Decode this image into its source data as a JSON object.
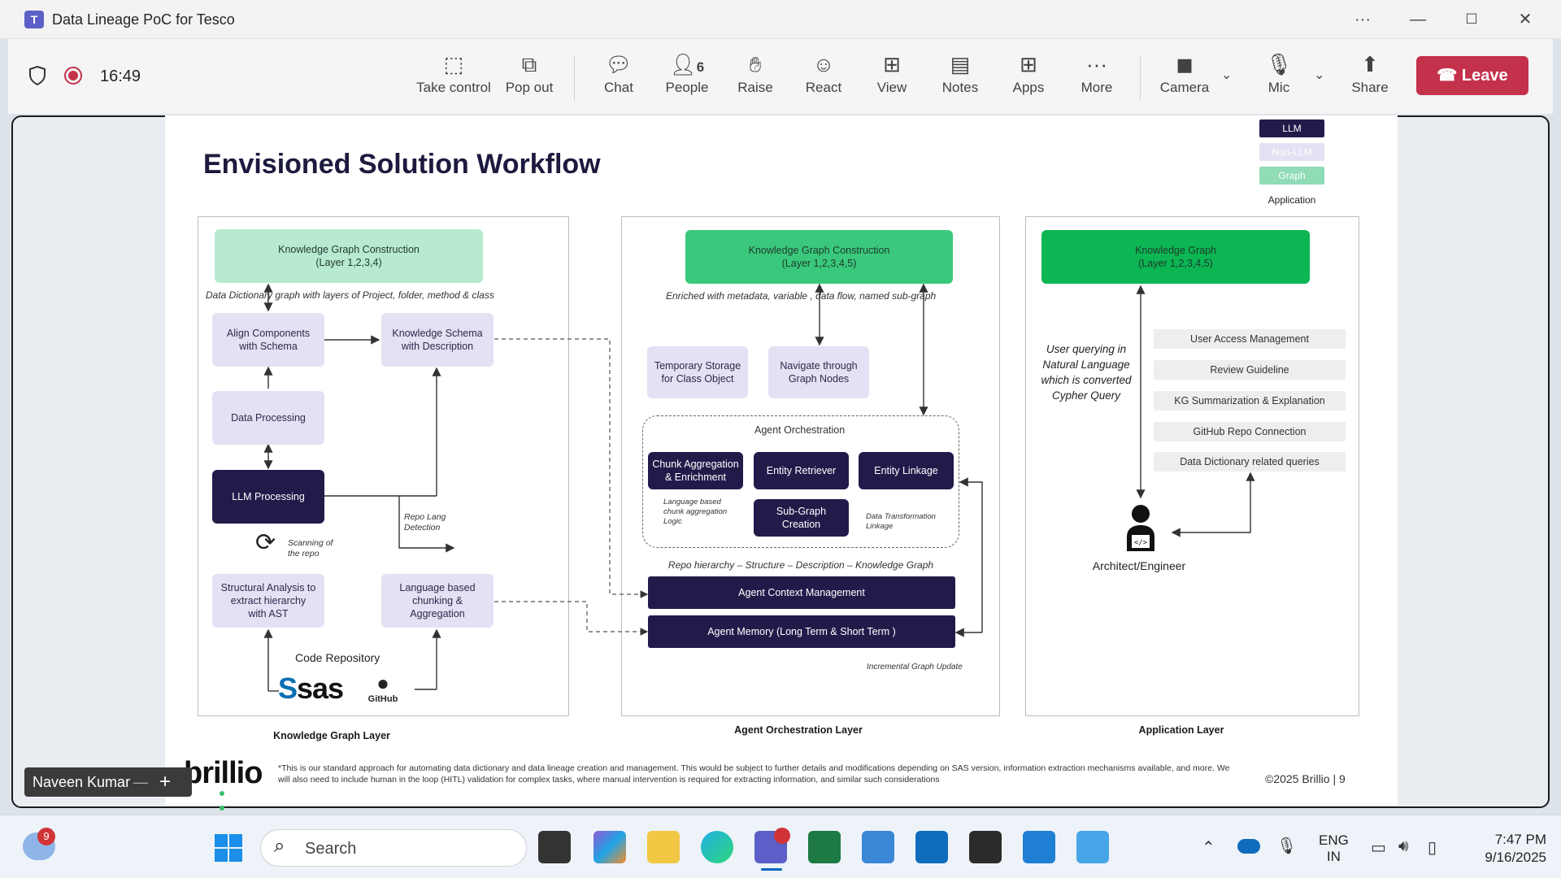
{
  "window": {
    "title": "Data Lineage PoC for Tesco",
    "more_label": "···",
    "min_label": "—",
    "max_label": "☐",
    "close_label": "✕"
  },
  "meeting": {
    "time": "16:49"
  },
  "toolbar": {
    "take_control": "Take control",
    "pop_out": "Pop out",
    "chat": "Chat",
    "people": "People",
    "people_count": "6",
    "raise": "Raise",
    "react": "React",
    "view": "View",
    "notes": "Notes",
    "apps": "Apps",
    "more": "More",
    "camera": "Camera",
    "mic": "Mic",
    "share": "Share",
    "leave": "Leave"
  },
  "slide": {
    "title": "Envisioned Solution Workflow",
    "legend": {
      "llm": "LLM",
      "non_llm": "Non-LLM",
      "graph": "Graph",
      "application": "Application"
    },
    "kg_layer": {
      "kgc": "Knowledge Graph Construction\n(Layer 1,2,3,4)",
      "dd_caption": "Data Dictionary  graph with  layers of Project, folder, method & class",
      "align": "Align Components\nwith Schema",
      "schema": "Knowledge Schema\nwith Description",
      "data_proc": "Data Processing",
      "llm_proc": "LLM Processing",
      "repo_lang": "Repo Lang\nDetection",
      "scanning": "Scanning of\nthe repo",
      "structural": "Structural Analysis to\nextract hierarchy\nwith AST",
      "chunking": "Language based\nchunking &\nAggregation",
      "code_repo": "Code Repository",
      "sas_logo": "sas",
      "github_logo": "GitHub",
      "caption": "Knowledge Graph Layer"
    },
    "agent_layer": {
      "kgc": "Knowledge Graph Construction\n(Layer 1,2,3,4,5)",
      "enriched": "Enriched with metadata, variable , data flow, named sub-graph",
      "temp_storage": "Temporary Storage\nfor Class Object",
      "navigate": "Navigate through\nGraph Nodes",
      "orch_title": "Agent Orchestration",
      "chunk_agg": "Chunk Aggregation\n& Enrichment",
      "entity_ret": "Entity Retriever",
      "entity_link": "Entity Linkage",
      "subgraph": "Sub-Graph\nCreation",
      "lang_chunk": "Language based\nchunk aggregation\nLogic",
      "data_trans": "Data Transformation\nLinkage",
      "repo_hier": "Repo hierarchy – Structure – Description – Knowledge Graph",
      "context_mgmt": "Agent Context Management",
      "memory": "Agent Memory (Long Term & Short Term )",
      "incremental": "Incremental Graph Update",
      "caption": "Agent Orchestration Layer"
    },
    "app_layer": {
      "kg": "Knowledge Graph\n(Layer 1,2,3,4,5)",
      "user_query": "User querying in\nNatural Language\nwhich is converted\nCypher Query",
      "items": [
        "User Access Management",
        "Review Guideline",
        "KG Summarization & Explanation",
        "GitHub Repo Connection",
        "Data Dictionary related queries"
      ],
      "architect": "Architect/Engineer",
      "caption": "Application Layer"
    },
    "footer": {
      "logo": "brillio",
      "note": "*This is our standard approach for automating data dictionary and data lineage creation and management. This would be subject to further details and modifications depending on SAS version, information extraction mechanisms available, and more. We will also need to include human in the loop (HITL) validation for complex tasks, where manual intervention is required for extracting information, and similar such considerations",
      "copyright": "©2025 Brillio  |  9"
    }
  },
  "participant": {
    "name": "Naveen Kumar",
    "minus": "—",
    "plus": "+"
  },
  "taskbar": {
    "weather_badge": "9",
    "search_placeholder": "Search",
    "lang_top": "ENG",
    "lang_bottom": "IN",
    "time": "7:47 PM",
    "date": "9/16/2025"
  },
  "colors": {
    "leave": "#c4314b",
    "navy": "#221b4a",
    "lavender": "#e4e1f4",
    "graph_green": "#3ac97c",
    "teams": "#5b5fc7"
  }
}
